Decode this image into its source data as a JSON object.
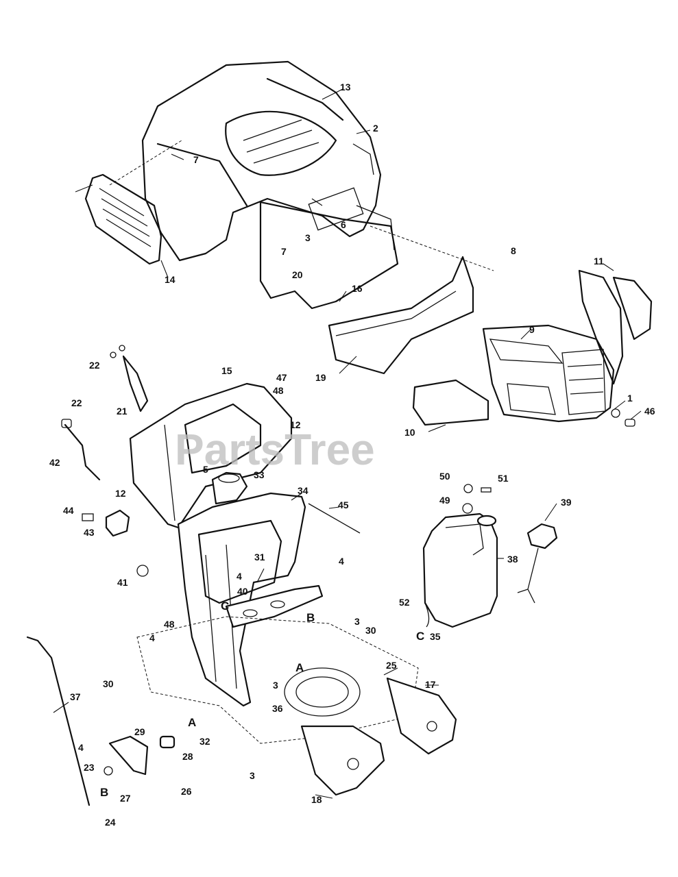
{
  "watermark": "PartsTree",
  "callouts": [
    "1",
    "2",
    "3",
    "4",
    "5",
    "6",
    "7",
    "8",
    "9",
    "10",
    "11",
    "12",
    "13",
    "14",
    "15",
    "16",
    "17",
    "18",
    "19",
    "20",
    "21",
    "22",
    "23",
    "24",
    "25",
    "26",
    "27",
    "28",
    "29",
    "30",
    "31",
    "32",
    "33",
    "34",
    "35",
    "36",
    "37",
    "38",
    "39",
    "40",
    "41",
    "42",
    "43",
    "44",
    "45",
    "46",
    "47",
    "48",
    "49",
    "50",
    "51",
    "52"
  ],
  "refs": [
    "A",
    "B",
    "C"
  ]
}
